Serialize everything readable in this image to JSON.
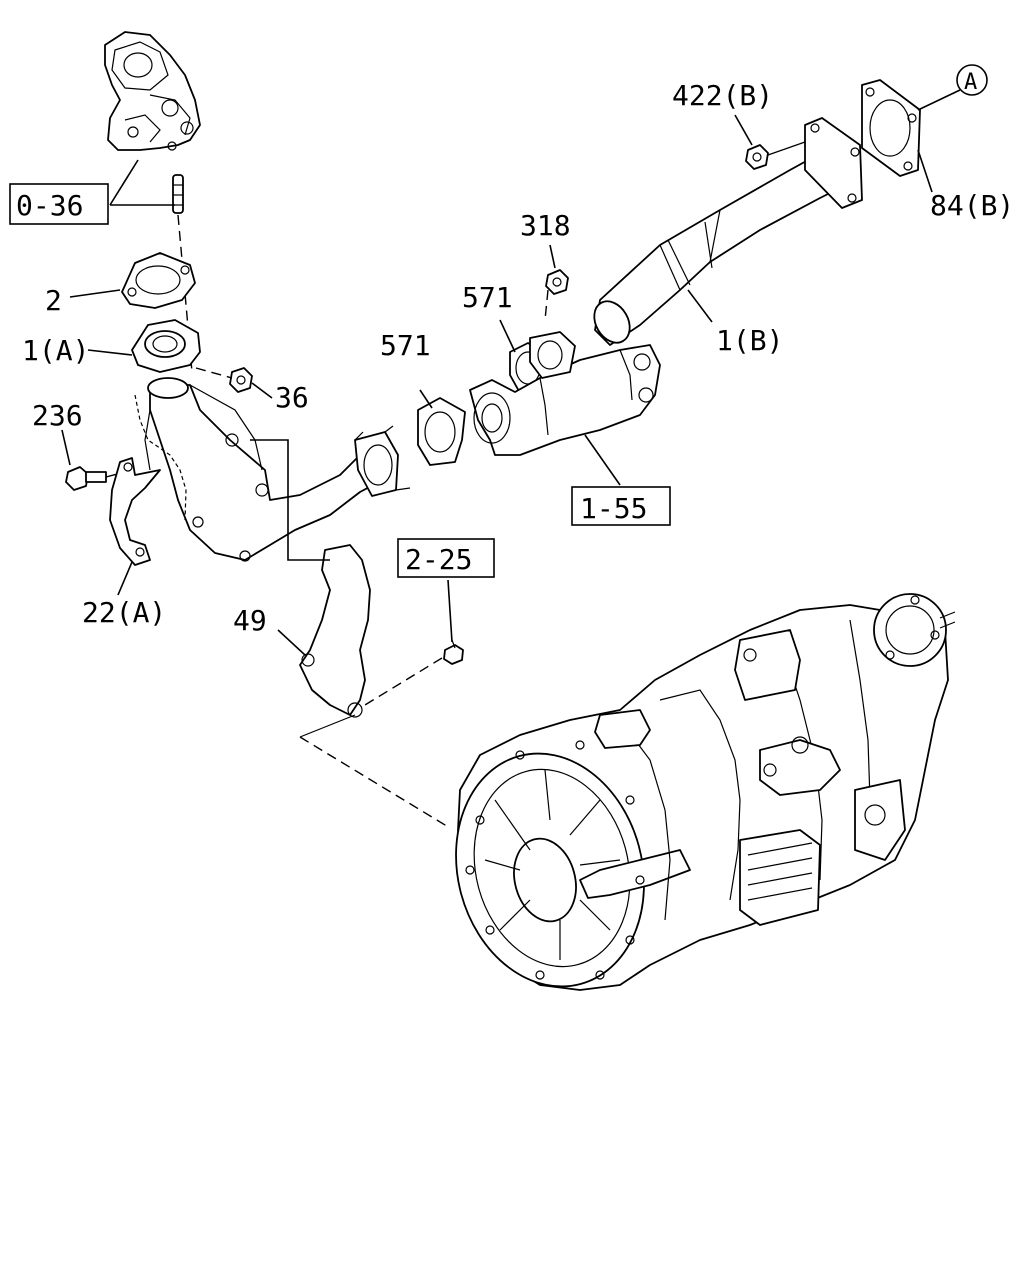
{
  "diagram": {
    "callouts": {
      "c_0_36": "0-36",
      "c_2": "2",
      "c_1a": "1(A)",
      "c_36": "36",
      "c_236": "236",
      "c_22a": "22(A)",
      "c_49": "49",
      "c_2_25": "2-25",
      "c_571_left": "571",
      "c_571_mid": "571",
      "c_318": "318",
      "c_1_55": "1-55",
      "c_1b": "1(B)",
      "c_422b": "422(B)",
      "c_84b": "84(B)",
      "c_ref_a": "A"
    }
  }
}
